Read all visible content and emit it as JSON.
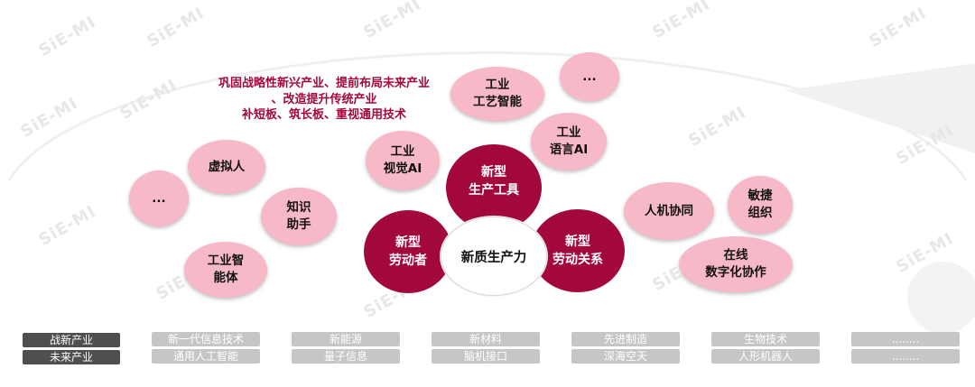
{
  "diagram": {
    "strategy_lines": [
      "巩固战略性新兴产业、提前布局未来产业",
      "、改造提升传统产业",
      "补短板、筑长板、重视通用技术"
    ],
    "core": {
      "center": "新质生产力",
      "top": [
        "新型",
        "生产工具"
      ],
      "left": [
        "新型",
        "劳动者"
      ],
      "right": [
        "新型",
        "劳动关系"
      ]
    },
    "left_bubbles": {
      "ellipsis": "...",
      "virtual_human": "虚拟人",
      "knowledge_assistant": [
        "知识",
        "助手"
      ],
      "industrial_agent": [
        "工业智",
        "能体"
      ]
    },
    "top_bubbles": {
      "industrial_vision": [
        "工业",
        "视觉AI"
      ],
      "industrial_process": [
        "工业",
        "工艺智能"
      ],
      "ellipsis": "...",
      "industrial_language": [
        "工业",
        "语言AI"
      ]
    },
    "right_bubbles": {
      "human_machine": "人机协同",
      "agile_org": [
        "敏捷",
        "组织"
      ],
      "online_collab": [
        "在线",
        "数字化协作"
      ]
    }
  },
  "tags": {
    "row_labels": [
      "战新产业",
      "未来产业"
    ],
    "columns": [
      [
        "新一代信息技术",
        "通用人工智能"
      ],
      [
        "新能源",
        "量子信息"
      ],
      [
        "新材料",
        "脑机接口"
      ],
      [
        "先进制造",
        "深海空天"
      ],
      [
        "生物技术",
        "人形机器人"
      ],
      [
        "........",
        "........"
      ]
    ]
  },
  "watermark": "SiE-MI",
  "colors": {
    "crimson": "#a3083a",
    "pink": "#f7b8c8",
    "dark_tag": "#4f4f4f",
    "grey_tag": "#c6c6c6"
  }
}
